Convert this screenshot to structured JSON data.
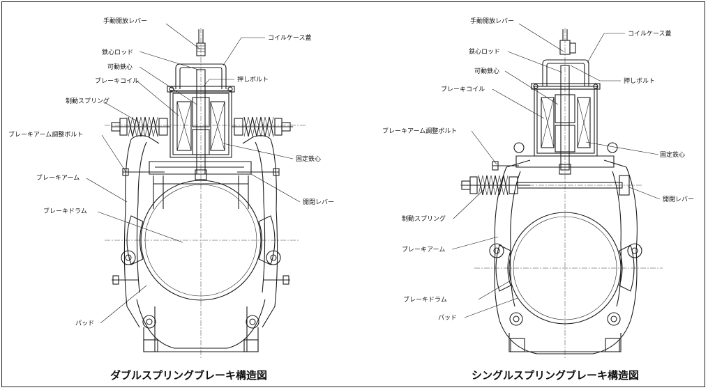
{
  "captions": {
    "double": "ダブルスプリングブレーキ構造図",
    "single": "シングルスプリングブレーキ構造図"
  },
  "double_labels": {
    "manual_lever": "手動開放レバー",
    "coil_case_cover": "コイルケース蓋",
    "core_rod": "鉄心ロッド",
    "movable_core": "可動鉄心",
    "push_bolt": "押しボルト",
    "brake_coil": "ブレーキコイル",
    "brake_spring": "制動スプリング",
    "arm_adjust_bolt": "ブレーキアーム調整ボルト",
    "fixed_core": "固定鉄心",
    "brake_arm": "ブレーキアーム",
    "open_close_lever": "開閉レバー",
    "brake_drum": "ブレーキドラム",
    "pad": "パッド"
  },
  "single_labels": {
    "manual_lever": "手動開放レバー",
    "coil_case_cover": "コイルケース蓋",
    "core_rod": "鉄心ロッド",
    "movable_core": "可動鉄心",
    "push_bolt": "押しボルト",
    "brake_coil": "ブレーキコイル",
    "arm_adjust_bolt": "ブレーキアーム調整ボルト",
    "fixed_core": "固定鉄心",
    "open_close_lever": "開閉レバー",
    "brake_spring": "制動スプリング",
    "brake_arm": "ブレーキアーム",
    "brake_drum": "ブレーキドラム",
    "pad": "パッド"
  }
}
